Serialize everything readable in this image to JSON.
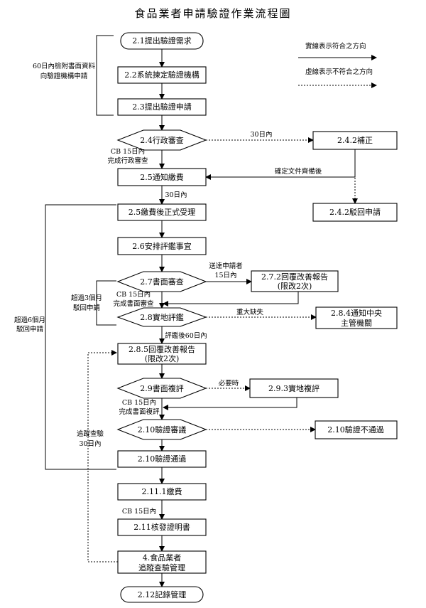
{
  "title": "食品業者申請驗證作業流程圖",
  "legend": {
    "solid": "實線表示符合之方向",
    "dashed": "虛線表示不符合之方向"
  },
  "nodes": {
    "n21": "2.1提出驗證需求",
    "n22": "2.2系統揀定驗證機構",
    "n23": "2.3提出驗證申請",
    "n24": "2.4行政審查",
    "n242": "2.4.2補正",
    "n25a": "2.5通知繳費",
    "n242r": "2.4.2駁回申請",
    "n25b": "2.5繳費後正式受理",
    "n26": "2.6安排評鑑事宜",
    "n27": "2.7書面審查",
    "n272_1": "2.7.2回覆改善報告",
    "n272_2": "(限改2次)",
    "n28": "2.8實地評鑑",
    "n284_1": "2.8.4通知中央",
    "n284_2": "主管機關",
    "n285_1": "2.8.5回覆改善報告",
    "n285_2": "(限改2次)",
    "n29": "2.9書面複評",
    "n293": "2.9.3實地複評",
    "n210": "2.10驗證審議",
    "n210f": "2.10驗證不通過",
    "n210p": "2.10驗證通過",
    "n2111": "2.11.1繳費",
    "n211": "2.11核發證明書",
    "n4_1": "4.食品業者",
    "n4_2": "追蹤查驗管理",
    "n212": "2.12記錄管理"
  },
  "notes": {
    "left60_1": "60日內檢附書面資料",
    "left60_2": "向驗證機構申請",
    "d30a": "30日內",
    "cb15a_1": "CB 15日內",
    "cb15a_2": "完成行政審查",
    "confirm": "確定文件齊備後",
    "d30b": "30日內",
    "over6_1": "超過6個月",
    "over6_2": "駁回申請",
    "send_1": "送達申請者",
    "send_2": "15日內",
    "over3_1": "超過3個月",
    "over3_2": "駁回申請",
    "cb15b_1": "CB 15日內",
    "cb15b_2": "完成書面審查",
    "major": "重大缺失",
    "after60": "評鑑後60日內",
    "needed": "必要時",
    "cb15c_1": "CB 15日內",
    "cb15c_2": "完成書面複評",
    "track_1": "追蹤查驗",
    "track_2": "30日內",
    "cb15d": "CB 15日內"
  }
}
